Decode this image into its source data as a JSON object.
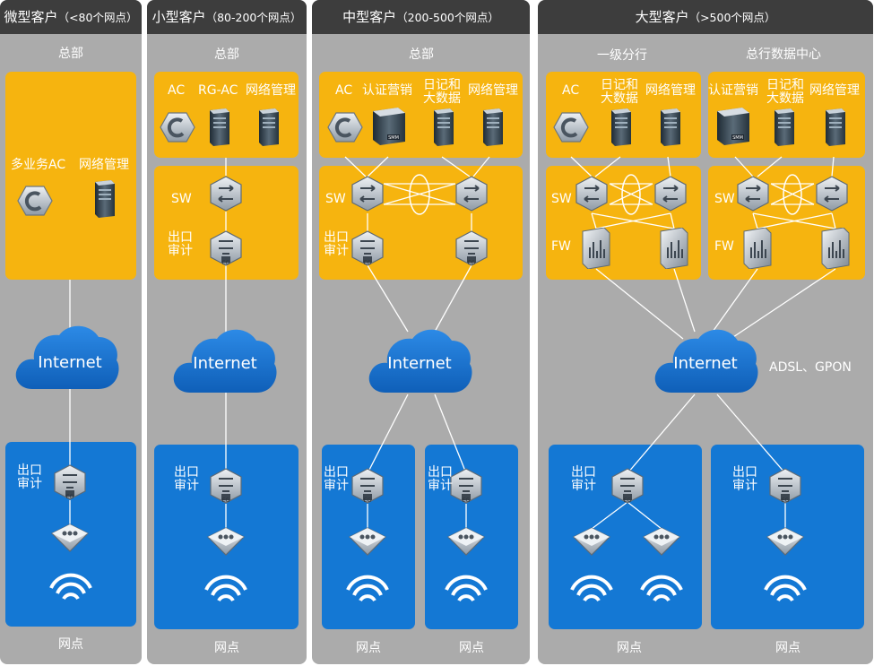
{
  "columns": [
    {
      "title": "微型客户",
      "range": "（<80个网点）",
      "hq": "总部",
      "branch": "网点"
    },
    {
      "title": "小型客户",
      "range": "（80-200个网点）",
      "hq": "总部",
      "branch": "网点"
    },
    {
      "title": "中型客户",
      "range": "（200-500个网点）",
      "hq": "总部",
      "branch1": "网点",
      "branch2": "网点"
    },
    {
      "title": "大型客户",
      "range": "（>500个网点）",
      "tier1": "一级分行",
      "dc": "总行数据中心",
      "branch1": "网点",
      "branch2": "网点"
    }
  ],
  "devices": {
    "multi_ac": "多业务AC",
    "ac": "AC",
    "rg_ac": "RG-AC",
    "netmgmt": "网络管理",
    "auth": "认证营销",
    "logbig": "日记和大数据",
    "sw": "SW",
    "fw": "FW",
    "egress": "出口审计",
    "eg_tag": "EG",
    "smm_tag": "SMM"
  },
  "internet": "Internet",
  "access": "ADSL、GPON",
  "colors": {
    "column_bg": "#ababab",
    "header_bg": "#3d3d3d",
    "hq_zone": "#f6b40f",
    "branch_zone": "#1478d4",
    "cloud": "#1a72d0"
  }
}
